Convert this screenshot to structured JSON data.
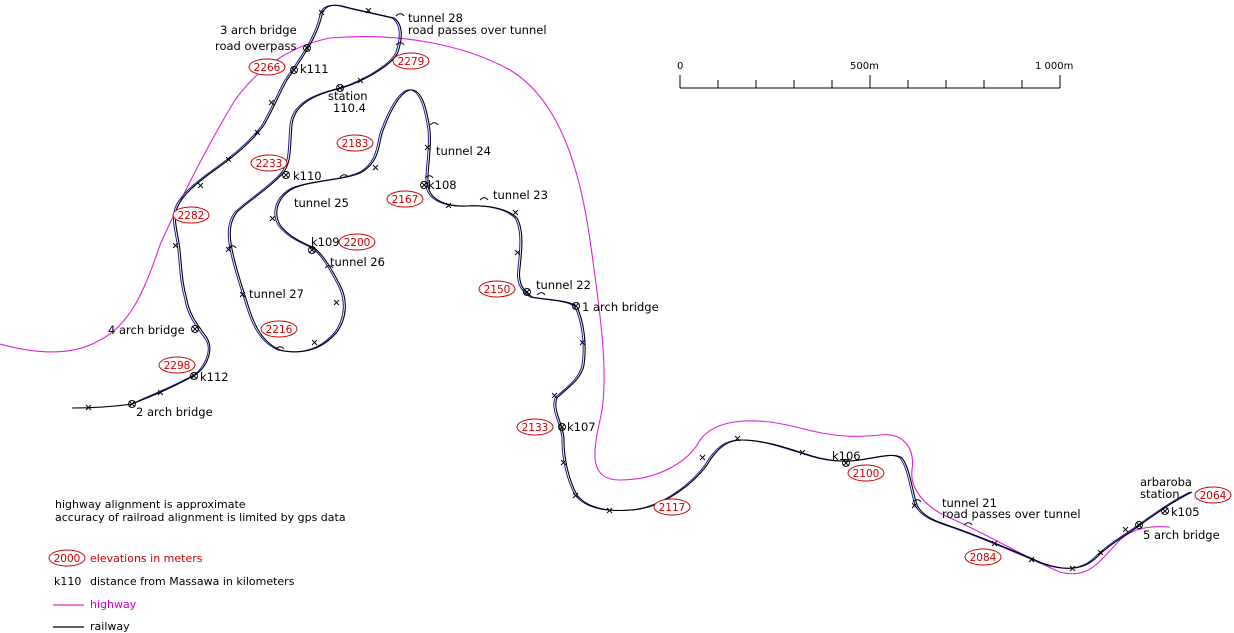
{
  "notes": {
    "line1": "highway alignment is approximate",
    "line2": "accuracy of railroad alignment is limited by gps data"
  },
  "legend": {
    "elevation_example": "2000",
    "elevation_text": "elevations in meters",
    "distance_example": "k110",
    "distance_text": "distance from Massawa in kilometers",
    "highway_text": "highway",
    "railway_text": "railway"
  },
  "scale_bar": {
    "label_start": "0",
    "label_mid": "500m",
    "label_end": "1 000m"
  },
  "colors": {
    "railway": "#000000",
    "railway_gps": "#1a1aa6",
    "highway": "#dd22dd",
    "elevation": "#cc0000"
  },
  "labels": {
    "tunnel28": "tunnel 28",
    "road_over_tunnel_28": "road passes over tunnel",
    "arch3": "3 arch bridge",
    "road_overpass": "road overpass",
    "k111": "k111",
    "station": "station",
    "station_elev": "110.4",
    "k110": "k110",
    "tunnel24": "tunnel 24",
    "k108": "k108",
    "tunnel23": "tunnel 23",
    "tunnel25": "tunnel 25",
    "k109": "k109",
    "tunnel26": "tunnel 26",
    "tunnel27": "tunnel 27",
    "tunnel22": "tunnel 22",
    "arch1": "1 arch bridge",
    "arch4": "4 arch bridge",
    "k112": "k112",
    "arch2": "2 arch bridge",
    "k107": "k107",
    "k106": "k106",
    "tunnel21": "tunnel 21",
    "road_over_tunnel_21": "road passes over tunnel",
    "arbaroba": "arbaroba",
    "arbaroba_station": "station",
    "k105": "k105",
    "arch5": "5 arch bridge"
  },
  "elevations": {
    "e2266": "2266",
    "e2279": "2279",
    "e2183": "2183",
    "e2233": "2233",
    "e2167": "2167",
    "e2282": "2282",
    "e2200": "2200",
    "e2150": "2150",
    "e2216": "2216",
    "e2298": "2298",
    "e2133": "2133",
    "e2117": "2117",
    "e2100": "2100",
    "e2084": "2084",
    "e2064": "2064"
  }
}
